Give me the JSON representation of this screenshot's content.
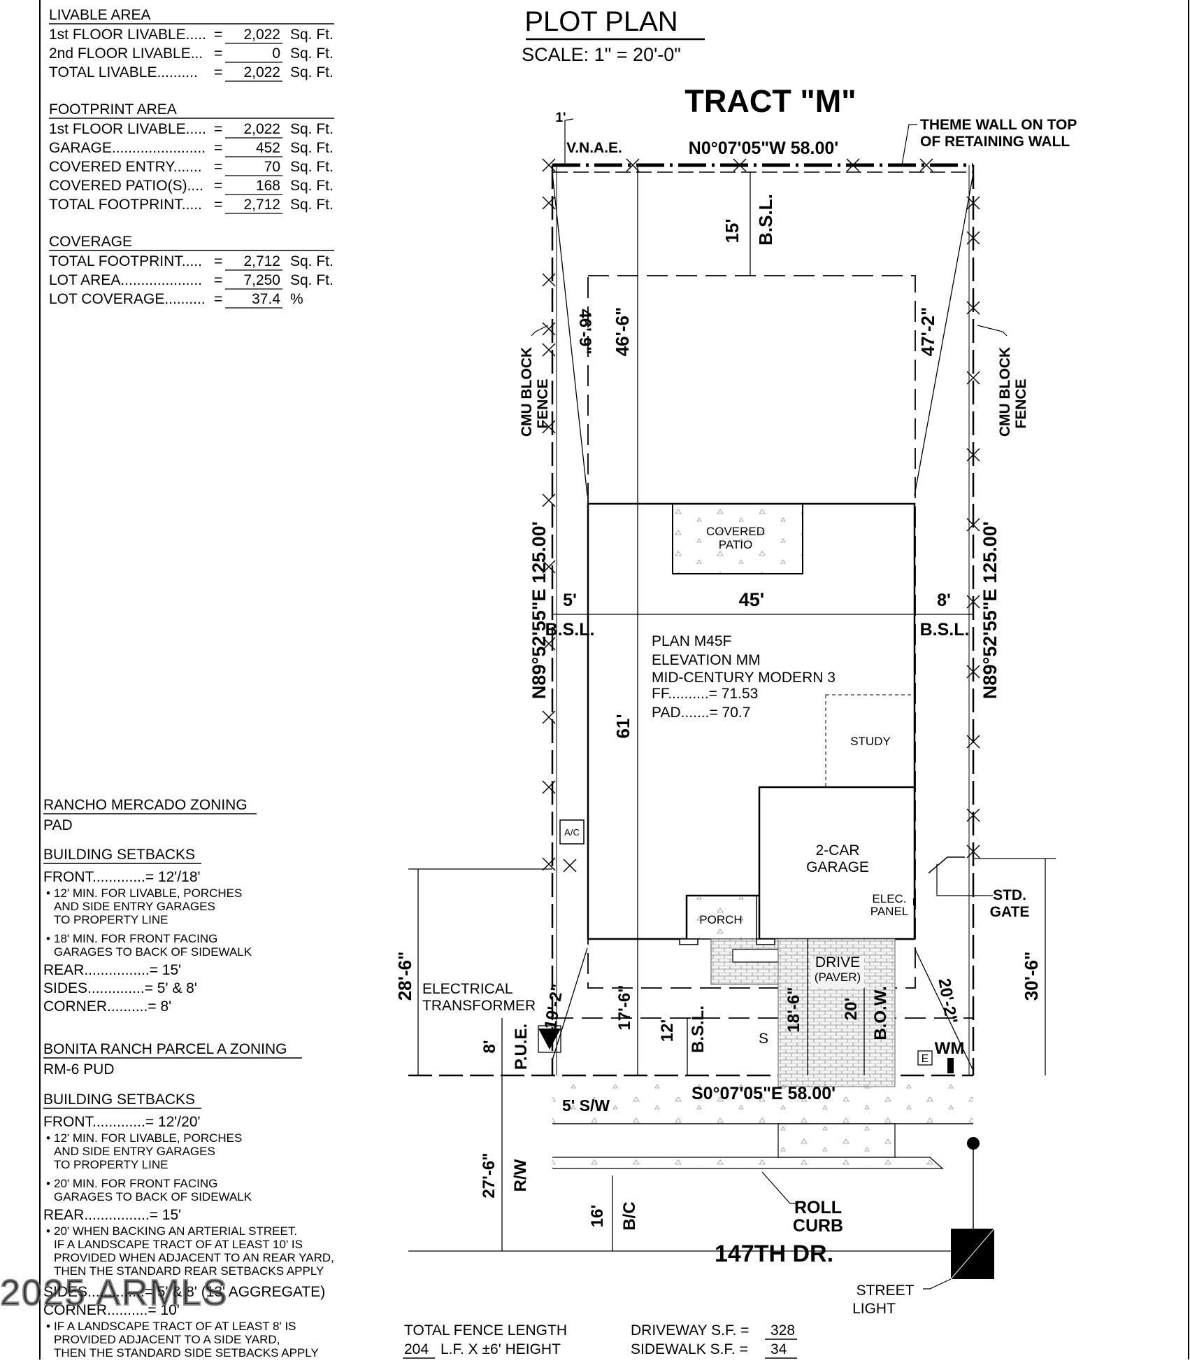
{
  "livable": {
    "heading": "LIVABLE AREA",
    "rows": [
      {
        "label": "1st FLOOR LIVABLE.....",
        "eq": "=",
        "value": "2,022",
        "unit": "Sq. Ft."
      },
      {
        "label": "2nd FLOOR LIVABLE...",
        "eq": "=",
        "value": "0",
        "unit": "Sq. Ft."
      },
      {
        "label": "TOTAL LIVABLE..........",
        "eq": "=",
        "value": "2,022",
        "unit": "Sq. Ft."
      }
    ]
  },
  "footprint": {
    "heading": "FOOTPRINT AREA",
    "rows": [
      {
        "label": "1st FLOOR LIVABLE.....",
        "eq": "=",
        "value": "2,022",
        "unit": "Sq. Ft."
      },
      {
        "label": "GARAGE.......................",
        "eq": "=",
        "value": "452",
        "unit": "Sq. Ft."
      },
      {
        "label": "COVERED ENTRY.......",
        "eq": "=",
        "value": "70",
        "unit": "Sq. Ft."
      },
      {
        "label": "COVERED PATIO(S)....",
        "eq": "=",
        "value": "168",
        "unit": "Sq. Ft."
      },
      {
        "label": "TOTAL FOOTPRINT.....",
        "eq": "=",
        "value": "2,712",
        "unit": "Sq. Ft."
      }
    ]
  },
  "coverage": {
    "heading": "COVERAGE",
    "rows": [
      {
        "label": "TOTAL FOOTPRINT.....",
        "eq": "=",
        "value": "2,712",
        "unit": "Sq. Ft."
      },
      {
        "label": "LOT AREA....................",
        "eq": "=",
        "value": "7,250",
        "unit": "Sq. Ft."
      },
      {
        "label": "LOT COVERAGE..........",
        "eq": "=",
        "value": "37.4",
        "unit": "%"
      }
    ]
  },
  "zoning1": {
    "title": "RANCHO MERCADO ZONING",
    "code": "PAD",
    "setbacks_heading": "BUILDING SETBACKS",
    "front": "FRONT.............= 12'/18'",
    "front_note1": [
      "12' MIN. FOR LIVABLE, PORCHES",
      "AND SIDE ENTRY GARAGES",
      "TO PROPERTY LINE"
    ],
    "front_note2": [
      "18' MIN. FOR FRONT FACING",
      "GARAGES TO BACK OF SIDEWALK"
    ],
    "rear": "REAR................= 15'",
    "sides": "SIDES..............= 5' & 8'",
    "corner": "CORNER..........= 8'"
  },
  "zoning2": {
    "title": "BONITA RANCH PARCEL A ZONING",
    "code": "RM-6 PUD",
    "setbacks_heading": "BUILDING SETBACKS",
    "front": "FRONT.............= 12'/20'",
    "front_note1": [
      "12' MIN. FOR LIVABLE, PORCHES",
      "AND SIDE ENTRY GARAGES",
      "TO PROPERTY LINE"
    ],
    "front_note2": [
      "20' MIN. FOR FRONT FACING",
      "GARAGES TO BACK OF SIDEWALK"
    ],
    "rear": "REAR................= 15'",
    "rear_note": [
      "20' WHEN BACKING AN ARTERIAL STREET.",
      "IF A LANDSCAPE TRACT OF AT LEAST 10' IS",
      "PROVIDED WHEN ADJACENT TO AN REAR YARD,",
      "THEN THE STANDARD REAR SETBACKS APPLY"
    ],
    "sides": "SIDES..............= 5' & 8' (13' AGGREGATE)",
    "corner": "CORNER..........= 10'",
    "corner_note": [
      "IF A LANDSCAPE TRACT OF AT LEAST 8' IS",
      "PROVIDED ADJACENT TO A SIDE YARD,",
      "THEN THE STANDARD SIDE SETBACKS APPLY"
    ]
  },
  "watermark": "2025 ARMLS",
  "plot": {
    "title": "PLOT PLAN",
    "scale": "SCALE: 1\" = 20'-0\"",
    "tract": "TRACT \"M\"",
    "vnae_1": "1'",
    "vnae_2": "V.N.A.E.",
    "north_bearing": "N0°07'05\"W  58.00'",
    "south_bearing": "S0°07'05\"E  58.00'",
    "left_bearing": "N89°52'55\"E  125.00'",
    "right_bearing": "N89°52'55\"E  125.00'",
    "theme_wall_1": "THEME WALL ON TOP",
    "theme_wall_2": "OF RETAINING WALL",
    "cmu_1": "CMU BLOCK",
    "cmu_2": "FENCE",
    "rear_setback": "15'",
    "bsl": "B.S.L.",
    "dim_46_9": "46'-9\"",
    "dim_46_6": "46'-6\"",
    "dim_47_2": "47'-2\"",
    "covered_patio_1": "COVERED",
    "covered_patio_2": "PATIO",
    "side_left": "5'",
    "side_right": "8'",
    "width_45": "45'",
    "plan": "PLAN M45F",
    "elevation": "ELEVATION MM",
    "style": "MID-CENTURY MODERN 3",
    "ff": "FF..........= 71.53",
    "pad": "PAD.......= 70.7",
    "depth_61": "61'",
    "study": "STUDY",
    "ac": "A/C",
    "garage_1": "2-CAR",
    "garage_2": "GARAGE",
    "elec_panel_1": "ELEC.",
    "elec_panel_2": "PANEL",
    "porch": "PORCH",
    "drive_1": "DRIVE",
    "drive_2": "(PAVER)",
    "std_gate_1": "STD.",
    "std_gate_2": "GATE",
    "dim_28_6": "28'-6\"",
    "dim_30_6": "30'-6\"",
    "elec_trans_1": "ELECTRICAL",
    "elec_trans_2": "TRANSFORMER",
    "dim_19_2": "19'-2\"",
    "dim_17_6": "17'-6\"",
    "dim_12": "12'",
    "dim_18_6": "18'-6\"",
    "dim_20": "20'",
    "bow": "B.O.W.",
    "dim_20_2": "20'-2\"",
    "s_mark": "S",
    "e_mark": "E",
    "wm": "WM",
    "pue_dim": "8'",
    "pue": "P.U.E.",
    "sidewalk": "5' S/W",
    "dim_27_6": "27'-6\"",
    "rw": "R/W",
    "dim_16": "16'",
    "bc": "B/C",
    "roll_1": "ROLL",
    "roll_2": "CURB",
    "street": "147TH DR.",
    "street_light_1": "STREET",
    "street_light_2": "LIGHT"
  },
  "footer": {
    "fence_1": "TOTAL FENCE LENGTH",
    "fence_val": "204",
    "fence_2": "L.F.  X  ±6' HEIGHT",
    "driveway_label": "DRIVEWAY S.F.  =",
    "driveway_val": "328",
    "sidewalk_label": "SIDEWALK S.F.  =",
    "sidewalk_val": "34"
  }
}
